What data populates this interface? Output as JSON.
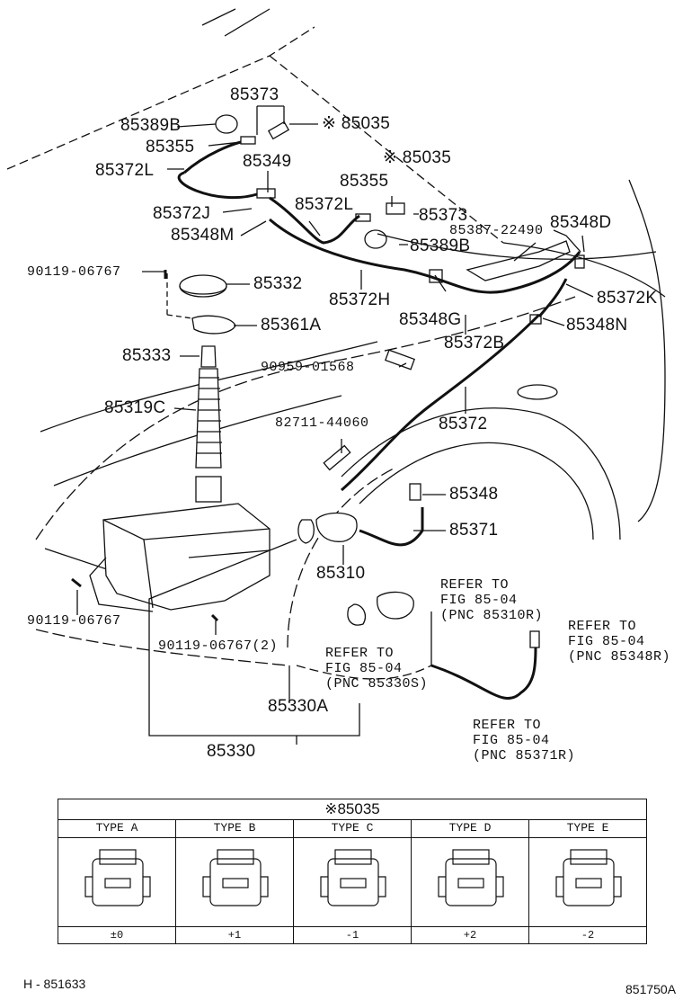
{
  "labels": {
    "p85373a": "85373",
    "p85389b_top": "85389B",
    "p85035a": "※ 85035",
    "p85355a": "85355",
    "p85372l_a": "85372L",
    "p85349": "85349",
    "p85035b": "※ 85035",
    "p85355b": "85355",
    "p85372j": "85372J",
    "p85372l_b": "85372L",
    "p85373b": "85373",
    "p85348m": "85348M",
    "p85389b_mid": "85389B",
    "p85387": "85387-22490",
    "p85348d": "85348D",
    "p90119_top": "90119-06767",
    "p85332": "85332",
    "p85372h": "85372H",
    "p85372k": "85372K",
    "p85361a": "85361A",
    "p85348g": "85348G",
    "p85348n": "85348N",
    "p85372b": "85372B",
    "p85333": "85333",
    "p90959": "90959-01568",
    "p85319c": "85319C",
    "p82711": "82711-44060",
    "p85372": "85372",
    "p85348": "85348",
    "p85371": "85371",
    "p85310": "85310",
    "p90119_left": "90119-06767",
    "p90119_2": "90119-06767(2)",
    "p85330a": "85330A",
    "p85330": "85330"
  },
  "refs": {
    "r85310r": [
      "REFER TO",
      "FIG 85-04",
      "(PNC 85310R)"
    ],
    "r85330s": [
      "REFER TO",
      "FIG 85-04",
      "(PNC 85330S)"
    ],
    "r85348r": [
      "REFER TO",
      "FIG 85-04",
      "(PNC 85348R)"
    ],
    "r85371r": [
      "REFER TO",
      "FIG 85-04",
      "(PNC 85371R)"
    ]
  },
  "legend": {
    "title": "※85035",
    "types": [
      {
        "name": "TYPE A",
        "code": "±0"
      },
      {
        "name": "TYPE B",
        "code": "+1"
      },
      {
        "name": "TYPE C",
        "code": "-1"
      },
      {
        "name": "TYPE D",
        "code": "+2"
      },
      {
        "name": "TYPE E",
        "code": "-2"
      }
    ]
  },
  "footer": {
    "left_code": "H - 851633",
    "right_code": "851750A"
  }
}
